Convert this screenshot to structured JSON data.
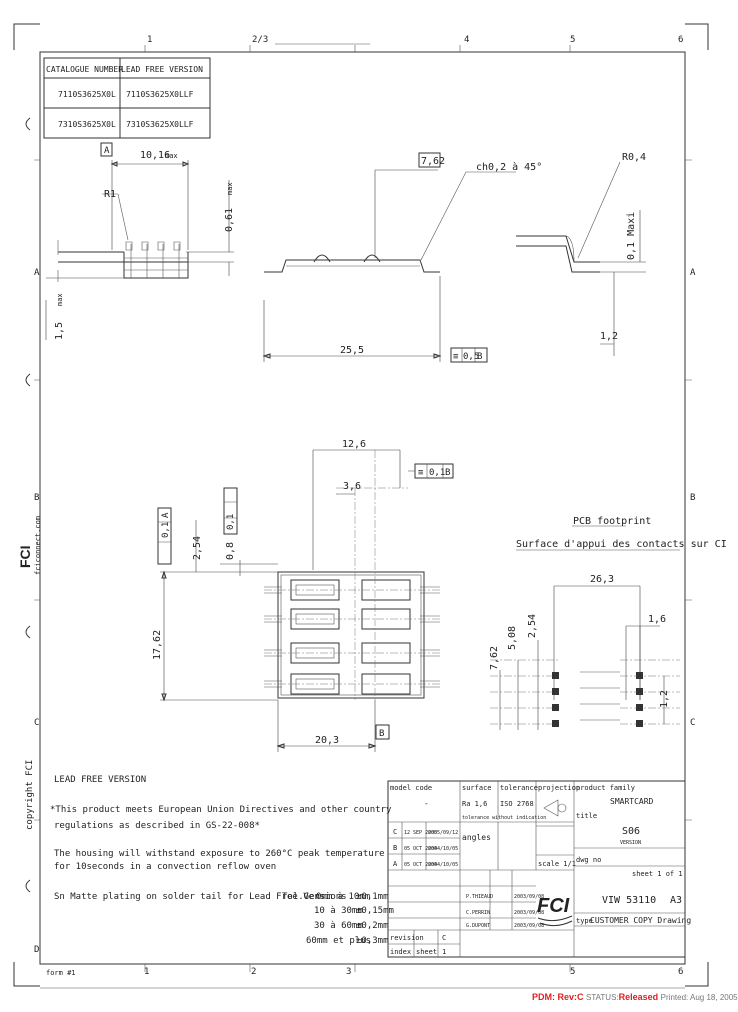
{
  "grid": {
    "top_numbers": [
      "1",
      "2/3",
      "4",
      "5",
      "6"
    ],
    "bottom_numbers": [
      "1",
      "2",
      "3",
      "5",
      "6"
    ],
    "right_letters": [
      "A",
      "B",
      "C"
    ],
    "left_letters": [
      "A",
      "B",
      "C",
      "D"
    ]
  },
  "catalogue_table": {
    "headers": [
      "CATALOGUE NUMBER",
      "LEAD FREE VERSION"
    ],
    "rows": [
      [
        "7110S3625X0L",
        "7110S3625X0LLF"
      ],
      [
        "7310S3625X0L",
        "7310S3625X0LLF"
      ]
    ]
  },
  "dimensions": {
    "ref_a": "A",
    "ref_b": "B",
    "d_1016": "10,16",
    "d_max": "max",
    "d_r1": "R1",
    "d_061": "0,61",
    "d_061_max": "max",
    "d_15": "1,5",
    "d_15_max": "max",
    "d_762": "7,62",
    "d_chamfer": "ch0,2 à 45°",
    "d_r04": "R0,4",
    "d_01max": "0,1 Maxi",
    "d_12": "1,2",
    "d_255": "25,5",
    "tol_1": "0,5",
    "tol_1_ref": "B",
    "d_126": "12,6",
    "tol_2": "0,1",
    "tol_2_ref": "B",
    "d_36": "3,6",
    "tol_3": "0,1",
    "tol_4_val": "0,1",
    "tol_4_ref": "A",
    "d_254": "2,54",
    "d_08": "0,8",
    "d_1762": "17,62",
    "d_203": "20,3"
  },
  "pcb": {
    "title": "PCB footprint",
    "subtitle": "Surface d'appui des contacts sur CI",
    "d_263": "26,3",
    "d_16": "1,6",
    "d_762": "7,62",
    "d_508": "5,08",
    "d_254": "2,54",
    "d_12": "1,2"
  },
  "notes": {
    "title": "LEAD FREE VERSION",
    "line1": "*This product meets European Union Directives and other country",
    "line2": "regulations as described in GS-22-008*",
    "line3": "The housing will withstand exposure to 260°C peak temperature",
    "line4": "for 10seconds in a convection reflow oven",
    "line5": "Sn Matte plating on solder tail for Lead Free Versions",
    "tol_title": "Tol.Gen",
    "tol_rows": [
      [
        "0mm à 10mm",
        "±0,1mm"
      ],
      [
        "10 à 30mm",
        "±0,15mm"
      ],
      [
        "30 à 60mm",
        "±0,2mm"
      ],
      [
        "60mm et plus",
        "±0,3mm"
      ]
    ]
  },
  "side": {
    "brand": "FCI",
    "url": "fciconnect.com",
    "copyright": "copyright FCI"
  },
  "title_block": {
    "model_code_label": "model code",
    "model_code": "-",
    "surface_label": "surface",
    "surface_val": "Ra 1,6",
    "tolerance_label": "tolerance",
    "tolerance_val": "ISO 2768",
    "tolerance_note": "tolerance without indication",
    "angles_label": "angles",
    "projection_label": "projection",
    "product_family_label": "product family",
    "product_family": "SMARTCARD",
    "title_label": "title",
    "title": "S06",
    "title_sub": "VERSION",
    "revisions": [
      [
        "C",
        "12 SEP 2005",
        "2005/09/12"
      ],
      [
        "B",
        "05 OCT 2004",
        "2004/10/05"
      ],
      [
        "A",
        "05 OCT 2004",
        "2004/10/05"
      ]
    ],
    "scale": "scale 1/1",
    "dwg_label": "dwg no",
    "sheet_label": "sheet 1 of 1",
    "dwg_no": "VIW 53110",
    "size": "A3",
    "people": [
      [
        "P.THIEAUD",
        "2003/09/08"
      ],
      [
        "C.PERRIN",
        "2003/09/08"
      ],
      [
        "G.DUPONT",
        "2003/09/08"
      ]
    ],
    "type_label": "type",
    "type_val": "CUSTOMER COPY Drawing",
    "revision_label": "revision",
    "revision_val": "C",
    "index_label": "index",
    "sheet_short": "sheet",
    "sheet_short_val": "1",
    "fci": "FCI"
  },
  "footer": {
    "form_no": "form #1",
    "pdm_label": "PDM: Rev:C",
    "status_label": "STATUS:",
    "status_val": "Released",
    "printed": "Printed: Aug 18, 2005"
  }
}
